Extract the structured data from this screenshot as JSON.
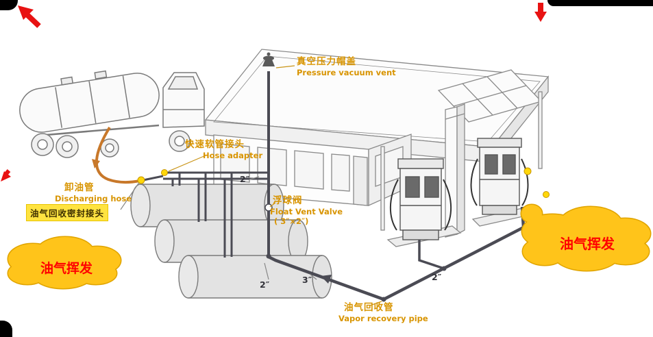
{
  "diagram": {
    "labels": {
      "pressure_vent": {
        "zh": "真空压力帽盖",
        "en": "Pressure vacuum vent"
      },
      "hose_adapter": {
        "zh": "快速软管接头",
        "en": "Hose adapter"
      },
      "discharging_hose": {
        "zh": "卸油管",
        "en": "Discharging hose"
      },
      "sealed_connector": {
        "zh": "油气回收密封接头"
      },
      "float_vent_valve": {
        "zh": "浮球阀",
        "en": "Float Vent Valve",
        "size": "( 3″×2″)"
      },
      "vapor_recovery_pipe": {
        "zh": "油气回收管",
        "en": "Vapor recovery pipe"
      }
    },
    "pipe_sizes": {
      "header": "2″",
      "tank_riser": "2″",
      "main": "3″",
      "dispenser_branch": "2″"
    },
    "callouts": {
      "left": "油气挥发",
      "right": "油气挥发"
    },
    "icons": {
      "red_arrow_top_left": "arrow-up-left",
      "red_arrow_top_right": "arrow-down",
      "red_arrow_left_edge": "arrow-down-left",
      "yellow_dot": "vapor-leak-point",
      "flow_arrow": "pipe-flow-direction"
    },
    "colors": {
      "label_orange": "#D89400",
      "cloud_yellow": "#FFC41A",
      "cloud_outline": "#E0A400",
      "cloud_text_red": "#FF0000",
      "highlight_yellow": "#FFE340",
      "pipe_gray": "#4B4B54",
      "hose_orange": "#C8782A",
      "arrow_red": "#E81212",
      "dot_yellow": "#FFD70A"
    }
  }
}
